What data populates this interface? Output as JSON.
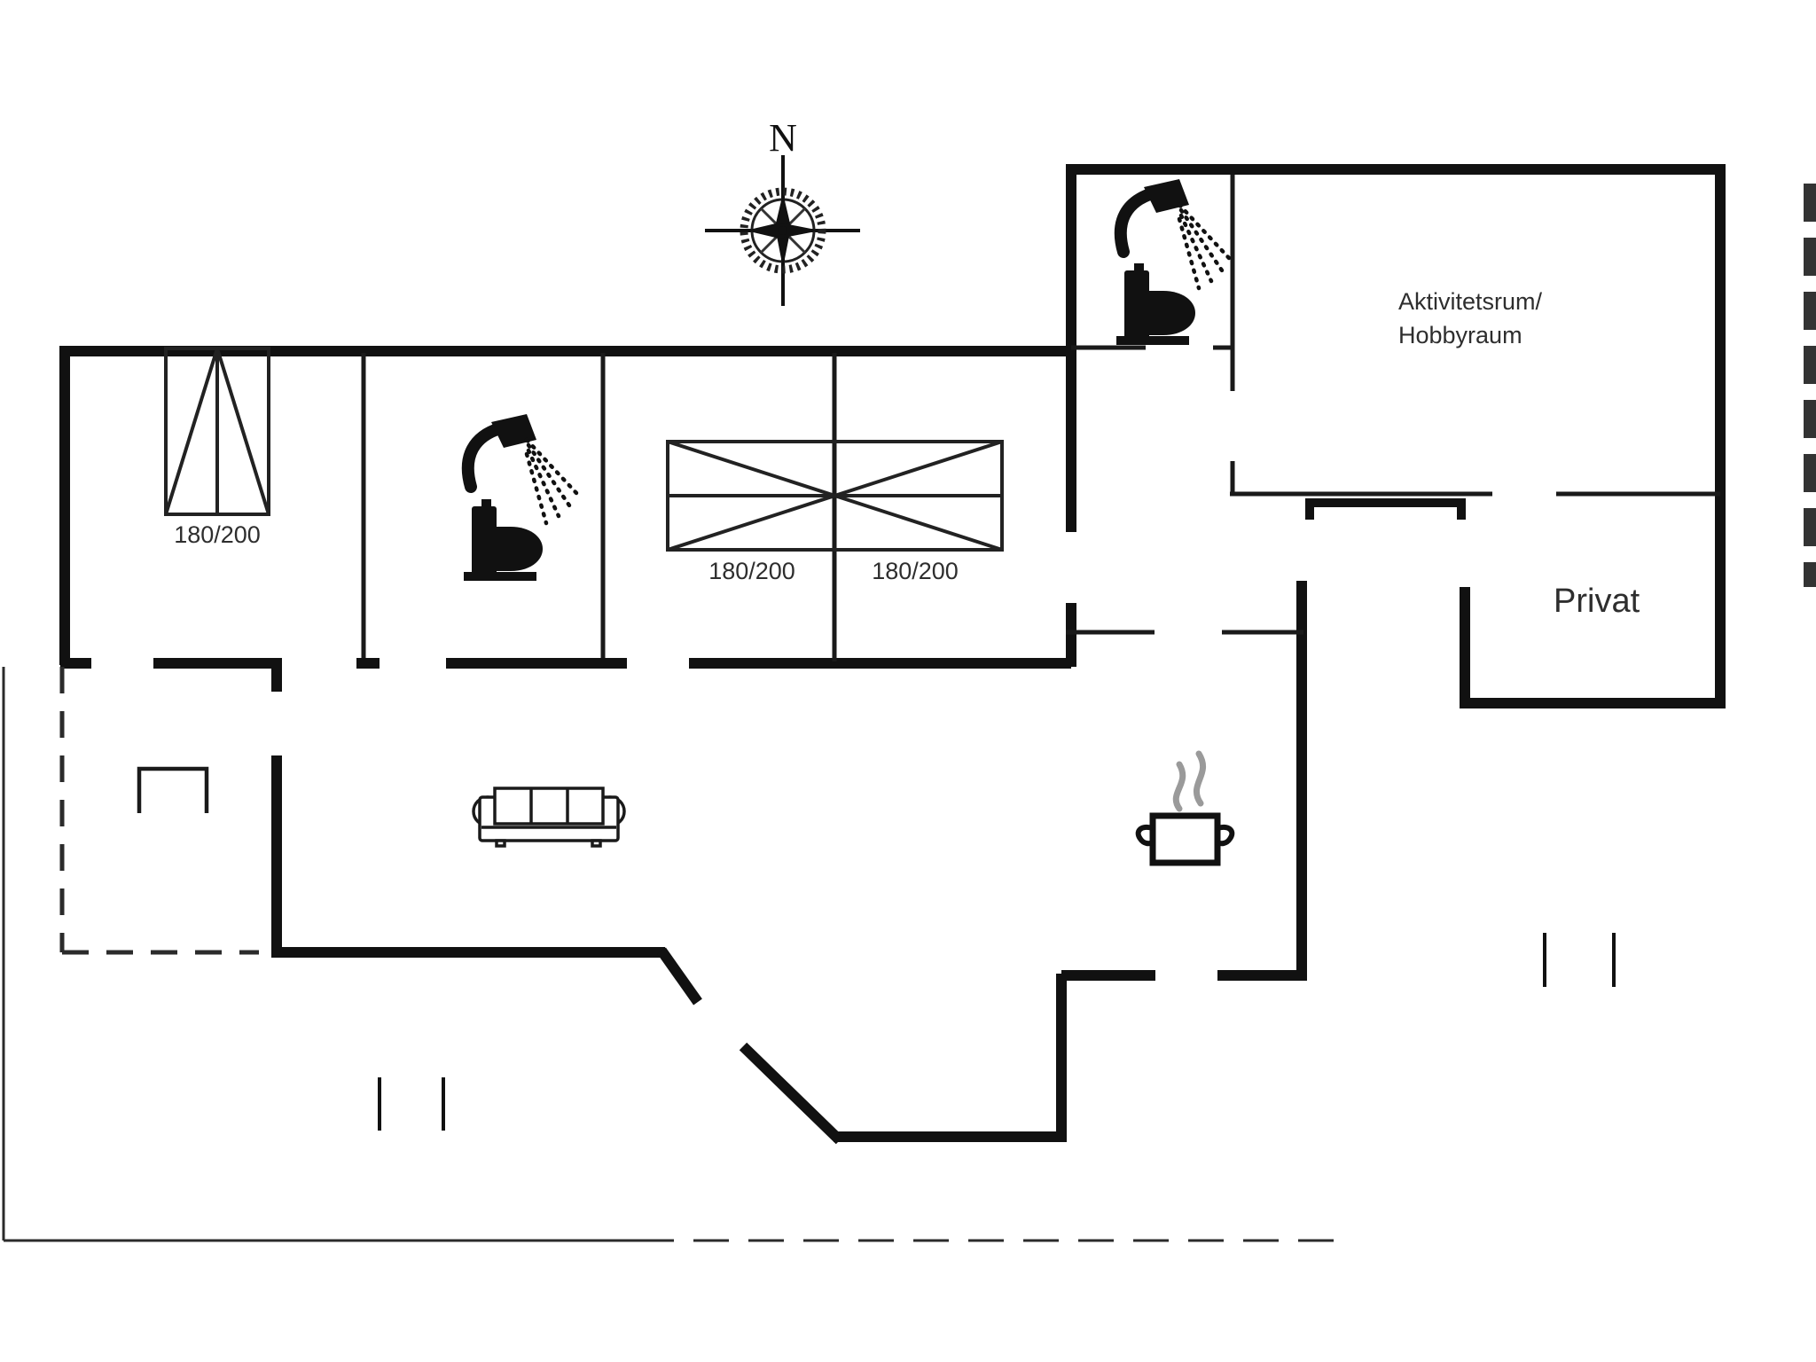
{
  "floor_plan": {
    "compass": {
      "north_label": "N"
    },
    "rooms": {
      "activity_room": {
        "label_line1": "Aktivitetsrum/",
        "label_line2": "Hobbyraum"
      },
      "private_room": {
        "label": "Privat"
      }
    },
    "beds": {
      "bedroom_left_window": {
        "size_label": "180/200"
      },
      "double_bed_left_half": {
        "size_label": "180/200"
      },
      "double_bed_right_half": {
        "size_label": "180/200"
      }
    },
    "icons": {
      "compass": "compass-rose-icon",
      "shower": "shower-icon",
      "toilet": "toilet-icon",
      "sofa": "sofa-icon",
      "pot": "cooking-pot-icon",
      "steam": "steam-icon"
    },
    "colors": {
      "walls": "#111111",
      "furniture": "#1a1a1a",
      "text": "#2e2e2e",
      "steam": "#9a9a9a",
      "background": "#ffffff"
    }
  }
}
